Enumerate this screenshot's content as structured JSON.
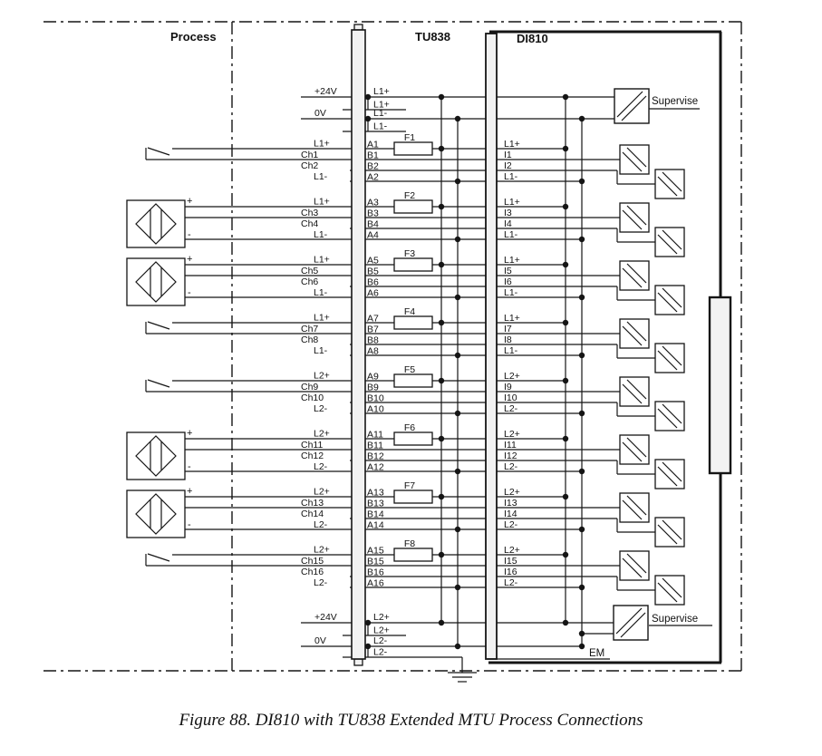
{
  "modules": {
    "process_label": "Process",
    "tu_label": "TU838",
    "di_label": "DI810"
  },
  "caption": "Figure 88. DI810 with TU838 Extended MTU Process Connections",
  "supervise_top": "Supervise",
  "supervise_bottom": "Supervise",
  "em_label": "EM",
  "sensor_polarity": {
    "plus": "+",
    "minus": "-"
  },
  "power_top": {
    "plus_label": "+24V",
    "zero_label": "0V",
    "plus_terminals": [
      "L1+",
      "L1+"
    ],
    "zero_terminals": [
      "L1-",
      "L1-"
    ]
  },
  "power_bottom": {
    "plus_label": "+24V",
    "zero_label": "0V",
    "plus_terminals": [
      "L2+",
      "L2+"
    ],
    "zero_terminals": [
      "L2-",
      "L2-"
    ]
  },
  "groups": [
    {
      "sensor": "switch",
      "fuse": "F1",
      "left": [
        "L1+",
        "Ch1",
        "Ch2",
        "L1-"
      ],
      "terminals": [
        "A1",
        "B1",
        "B2",
        "A2"
      ],
      "right": [
        "L1+",
        "I1",
        "I2",
        "L1-"
      ]
    },
    {
      "sensor": "proximity",
      "fuse": "F2",
      "left": [
        "L1+",
        "Ch3",
        "Ch4",
        "L1-"
      ],
      "terminals": [
        "A3",
        "B3",
        "B4",
        "A4"
      ],
      "right": [
        "L1+",
        "I3",
        "I4",
        "L1-"
      ]
    },
    {
      "sensor": "proximity",
      "fuse": "F3",
      "left": [
        "L1+",
        "Ch5",
        "Ch6",
        "L1-"
      ],
      "terminals": [
        "A5",
        "B5",
        "B6",
        "A6"
      ],
      "right": [
        "L1+",
        "I5",
        "I6",
        "L1-"
      ]
    },
    {
      "sensor": "switch",
      "fuse": "F4",
      "left": [
        "L1+",
        "Ch7",
        "Ch8",
        "L1-"
      ],
      "terminals": [
        "A7",
        "B7",
        "B8",
        "A8"
      ],
      "right": [
        "L1+",
        "I7",
        "I8",
        "L1-"
      ]
    },
    {
      "sensor": "switch",
      "fuse": "F5",
      "left": [
        "L2+",
        "Ch9",
        "Ch10",
        "L2-"
      ],
      "terminals": [
        "A9",
        "B9",
        "B10",
        "A10"
      ],
      "right": [
        "L2+",
        "I9",
        "I10",
        "L2-"
      ]
    },
    {
      "sensor": "proximity",
      "fuse": "F6",
      "left": [
        "L2+",
        "Ch11",
        "Ch12",
        "L2-"
      ],
      "terminals": [
        "A11",
        "B11",
        "B12",
        "A12"
      ],
      "right": [
        "L2+",
        "I11",
        "I12",
        "L2-"
      ]
    },
    {
      "sensor": "proximity",
      "fuse": "F7",
      "left": [
        "L2+",
        "Ch13",
        "Ch14",
        "L2-"
      ],
      "terminals": [
        "A13",
        "B13",
        "B14",
        "A14"
      ],
      "right": [
        "L2+",
        "I13",
        "I14",
        "L2-"
      ]
    },
    {
      "sensor": "switch",
      "fuse": "F8",
      "left": [
        "L2+",
        "Ch15",
        "Ch16",
        "L2-"
      ],
      "terminals": [
        "A15",
        "B15",
        "B16",
        "A16"
      ],
      "right": [
        "L2+",
        "I15",
        "I16",
        "L2-"
      ]
    }
  ],
  "colors": {
    "line": "#151515",
    "module_fill": "#f2f2f2",
    "background": "#ffffff"
  }
}
